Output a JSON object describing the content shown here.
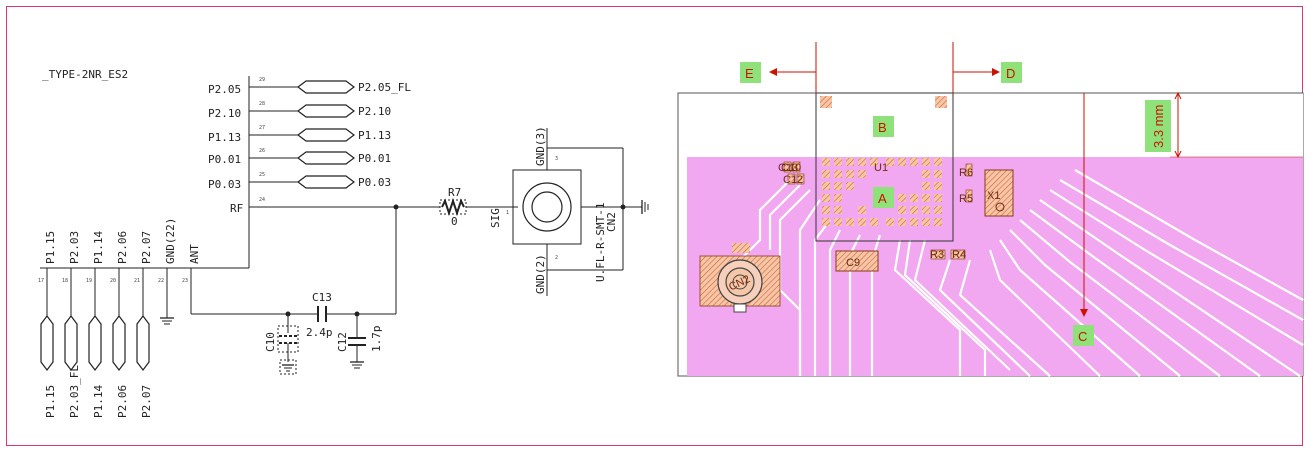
{
  "schematic": {
    "part_name": "_TYPE-2NR_ES2",
    "left_pins": [
      {
        "label": "P2.05",
        "num": "29",
        "net": "P2.05_FL"
      },
      {
        "label": "P2.10",
        "num": "28",
        "net": "P2.10"
      },
      {
        "label": "P1.13",
        "num": "27",
        "net": "P1.13"
      },
      {
        "label": "P0.01",
        "num": "26",
        "net": "P0.01"
      },
      {
        "label": "P0.03",
        "num": "25",
        "net": "P0.03"
      }
    ],
    "rf_pin": {
      "label": "RF",
      "num": "24"
    },
    "bottom_pins": [
      {
        "label": "P1.15",
        "num": "17",
        "net": "P1.15"
      },
      {
        "label": "P2.03",
        "num": "18",
        "net": "P2.03_FL"
      },
      {
        "label": "P1.14",
        "num": "19",
        "net": "P1.14"
      },
      {
        "label": "P2.06",
        "num": "20",
        "net": "P2.06"
      },
      {
        "label": "P2.07",
        "num": "21",
        "net": "P2.07"
      },
      {
        "label": "GND(22)",
        "num": "22"
      },
      {
        "label": "ANT",
        "num": "23"
      }
    ],
    "r7": {
      "ref": "R7",
      "value": "0"
    },
    "c13": {
      "ref": "C13",
      "value": "2.4p"
    },
    "c12": {
      "ref": "C12",
      "value": "1.7p"
    },
    "c10": {
      "ref": "C10"
    },
    "connector": {
      "ref": "CN2",
      "part": "U.FL-R-SMT-1",
      "sig": "SIG",
      "gnd3": "GND(3)",
      "gnd2": "GND(2)",
      "pin1": "1",
      "pin2": "2",
      "pin3": "3"
    }
  },
  "pcb": {
    "callouts": {
      "a": "A",
      "b": "B",
      "c": "C",
      "d": "D",
      "e": "E"
    },
    "dimension": "3.3 mm",
    "silkscreen": {
      "u1": "U1",
      "c13": "C13",
      "c10": "C10",
      "c12": "C12",
      "r6": "R6",
      "r5": "R5",
      "x1": "X1",
      "c9": "C9",
      "r3": "R3",
      "r4": "R4",
      "cn2": "CN2"
    },
    "colors": {
      "copper": "#f2a8f0",
      "pad": "#f0b090",
      "callout_bg": "#8fe27a",
      "callout_text": "#cc1100",
      "arrow": "#cc1100"
    }
  }
}
